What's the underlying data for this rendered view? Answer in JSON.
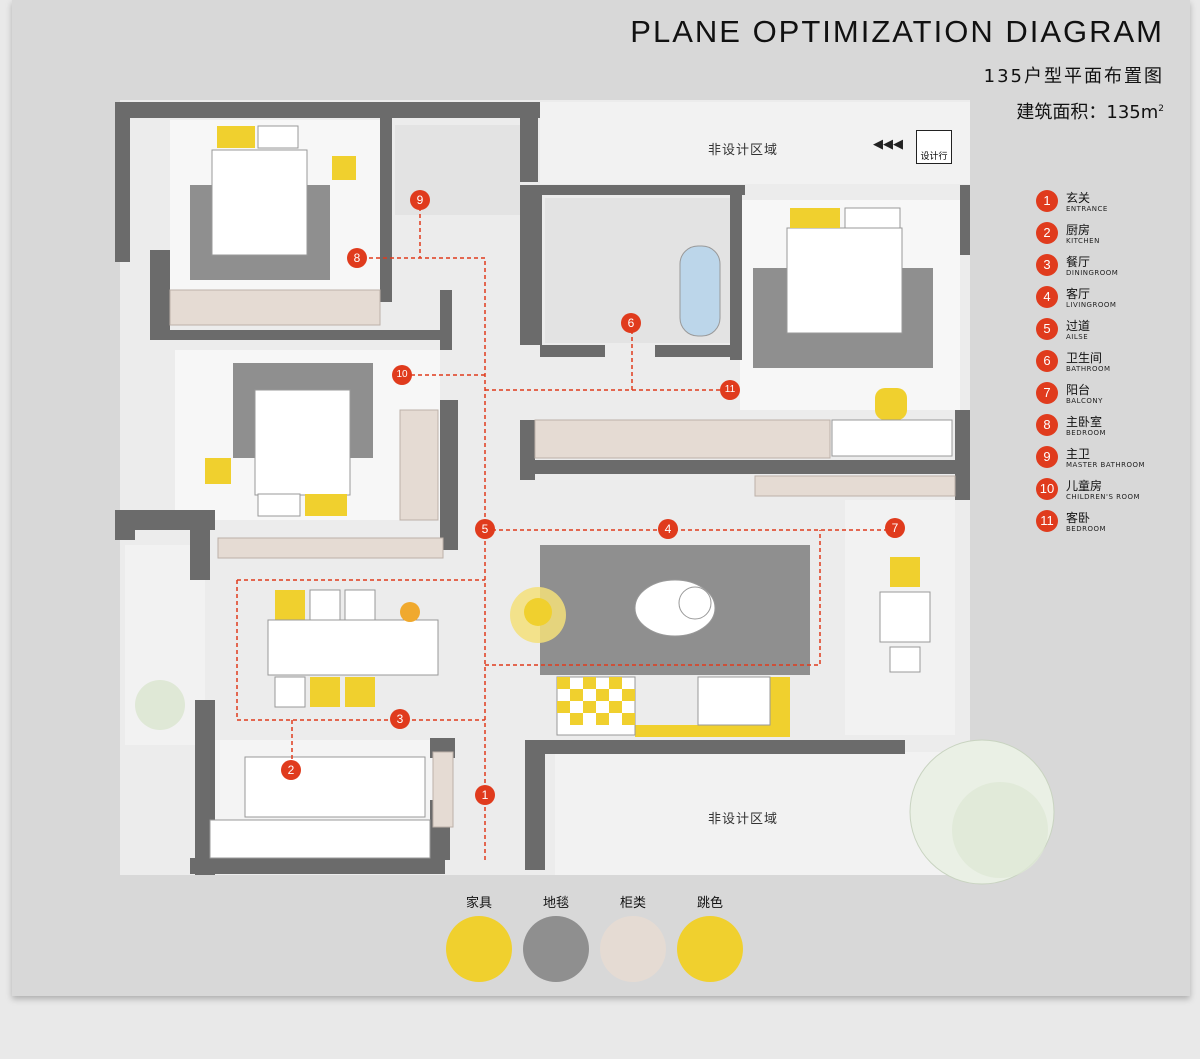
{
  "header": {
    "title": "PLANE OPTIMIZATION DIAGRAM",
    "subtitle": "135户型平面布置图",
    "area_label": "建筑面积：135m",
    "area_sup": "2"
  },
  "zones": {
    "top_zone": "非设计区域",
    "bottom_zone": "非设计区域"
  },
  "logo": {
    "text": "设计行",
    "arrows": "◀◀◀"
  },
  "legend": [
    {
      "num": "1",
      "cn": "玄关",
      "en": "ENTRANCE"
    },
    {
      "num": "2",
      "cn": "厨房",
      "en": "KITCHEN"
    },
    {
      "num": "3",
      "cn": "餐厅",
      "en": "DININGROOM"
    },
    {
      "num": "4",
      "cn": "客厅",
      "en": "LIVINGROOM"
    },
    {
      "num": "5",
      "cn": "过道",
      "en": "AILSE"
    },
    {
      "num": "6",
      "cn": "卫生间",
      "en": "BATHROOM"
    },
    {
      "num": "7",
      "cn": "阳台",
      "en": "BALCONY"
    },
    {
      "num": "8",
      "cn": "主卧室",
      "en": "BEDROOM"
    },
    {
      "num": "9",
      "cn": "主卫",
      "en": "MASTER BATHROOM"
    },
    {
      "num": "10",
      "cn": "儿童房",
      "en": "CHILDREN'S ROOM"
    },
    {
      "num": "11",
      "cn": "客卧",
      "en": "BEDROOM"
    }
  ],
  "markers": [
    "1",
    "2",
    "3",
    "4",
    "5",
    "6",
    "7",
    "8",
    "9",
    "10",
    "11"
  ],
  "swatches": [
    {
      "label": "家具",
      "color": "#f0d02e"
    },
    {
      "label": "地毯",
      "color": "#8f8f8f"
    },
    {
      "label": "柜类",
      "color": "#e5dbd3"
    },
    {
      "label": "跳色",
      "color": "#f0d02e"
    }
  ],
  "colors": {
    "wall": "#6b6b6b",
    "floor": "#ececec",
    "rug": "#8f8f8f",
    "accent": "#f0d02e",
    "cabinet": "#e5dbd3",
    "route": "#e03b1d",
    "marker": "#e03b1d"
  }
}
